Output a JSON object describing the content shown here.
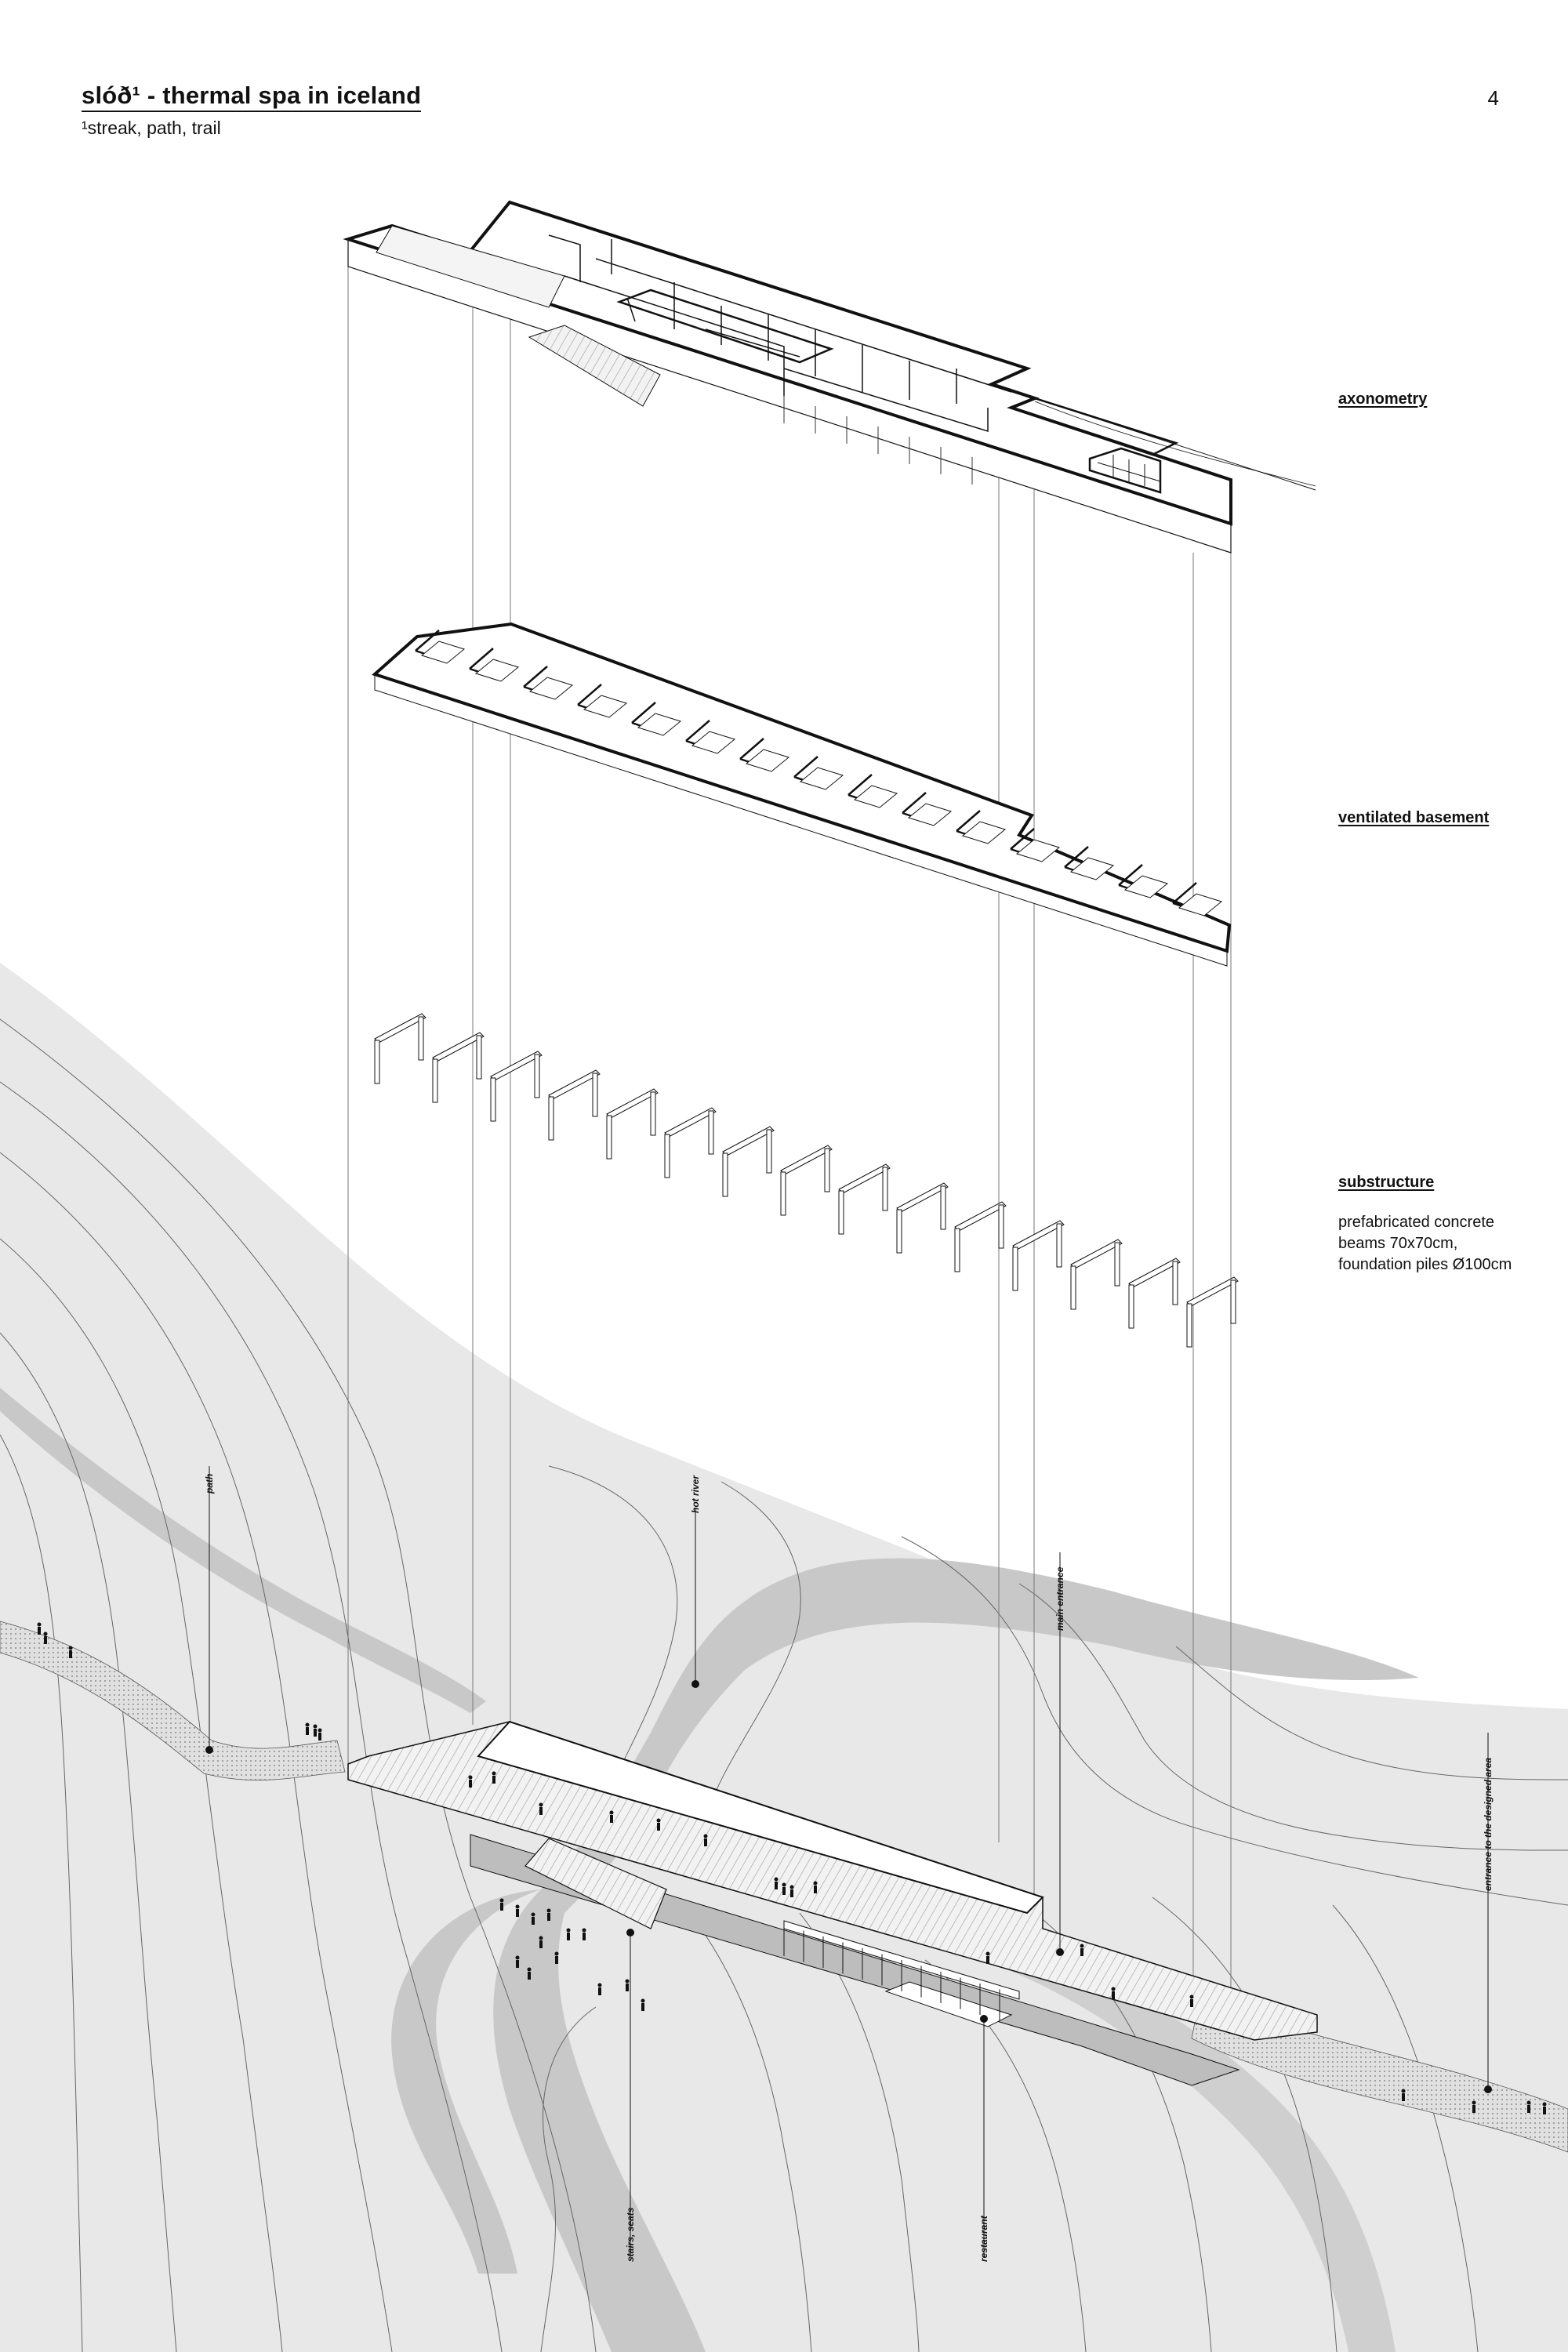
{
  "header": {
    "title": "slóð¹ - thermal spa in iceland",
    "subtitle": "¹streak, path, trail",
    "page_number": "4"
  },
  "layers": [
    {
      "id": "axonometry",
      "title": "axonometry",
      "description": ""
    },
    {
      "id": "ventilated-basement",
      "title": "ventilated basement",
      "description": ""
    },
    {
      "id": "substructure",
      "title": "substructure",
      "description": "prefabricated concrete\nbeams 70x70cm,\nfoundation piles Ø100cm"
    }
  ],
  "callouts": {
    "path": "path",
    "hot_river": "hot river",
    "main_entrance": "main entrance",
    "entrance_area": "entrance to the designed area",
    "stairs_seats": "stairs, seats",
    "restaurant": "restaurant"
  },
  "colors": {
    "ink": "#111111",
    "terrain": "#e8e8e8",
    "water": "#c4c4c4",
    "paper": "#ffffff"
  }
}
